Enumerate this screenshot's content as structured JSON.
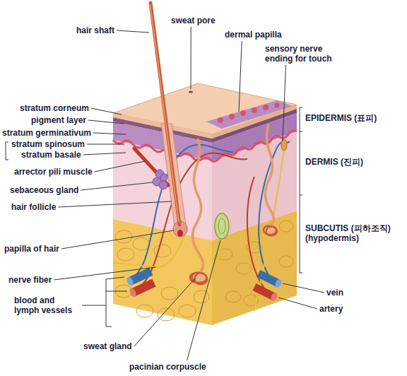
{
  "diagram": {
    "labels": [
      "hair shaft",
      "sweat pore",
      "dermal papilla",
      "sensory nerve ending for touch",
      "stratum corneum",
      "pigment layer",
      "stratum germinativum",
      "stratum spinosum",
      "stratum basale",
      "arrector pili muscle",
      "sebaceous gland",
      "hair follicle",
      "EPIDERMIS (표피)",
      "DERMIS (진피)",
      "SUBCUTIS (피하조직) (hypodermis)",
      "papilla of hair",
      "nerve fiber",
      "blood and lymph vessels",
      "vein",
      "artery",
      "sweat gland",
      "pacinian corpuscle"
    ]
  }
}
